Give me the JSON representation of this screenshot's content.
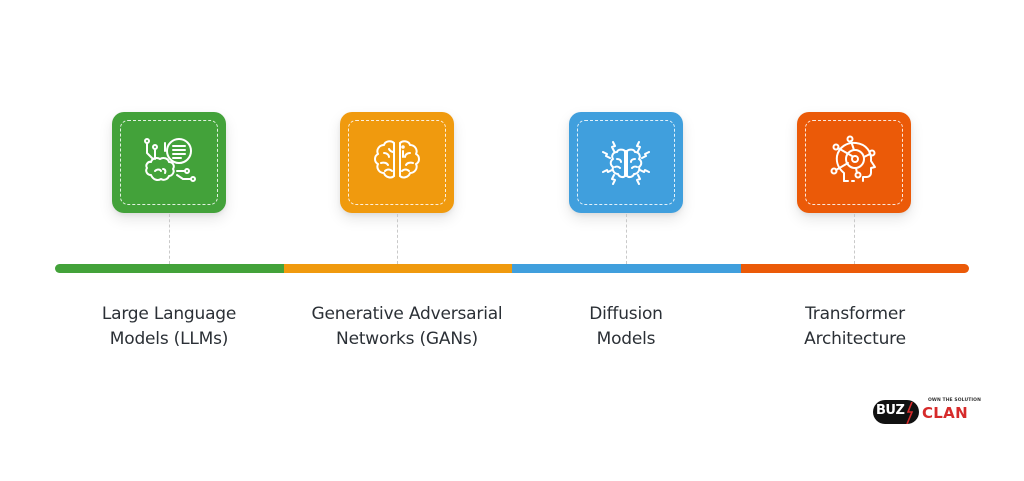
{
  "colors": {
    "green": "#43a23a",
    "amber": "#f09a0e",
    "blue": "#409fdd",
    "orange": "#eb5a08",
    "text": "#2b3036",
    "logo_red": "#d62a2a"
  },
  "items": [
    {
      "icon": "brain-chat-circuit-icon",
      "color": "#43a23a",
      "label_line1": "Large Language",
      "label_line2": "Models (LLMs)"
    },
    {
      "icon": "brain-icon",
      "color": "#f09a0e",
      "label_line1": "Generative Adversarial",
      "label_line2": "Networks (GANs)"
    },
    {
      "icon": "brain-radiating-icon",
      "color": "#409fdd",
      "label_line1": "Diffusion",
      "label_line2": "Models"
    },
    {
      "icon": "head-network-icon",
      "color": "#eb5a08",
      "label_line1": "Transformer",
      "label_line2": "Architecture"
    }
  ],
  "logo": {
    "brand_left": "BU",
    "brand_z": "Z",
    "brand_right": "CLAN",
    "tagline": "OWN THE SOLUTION"
  }
}
